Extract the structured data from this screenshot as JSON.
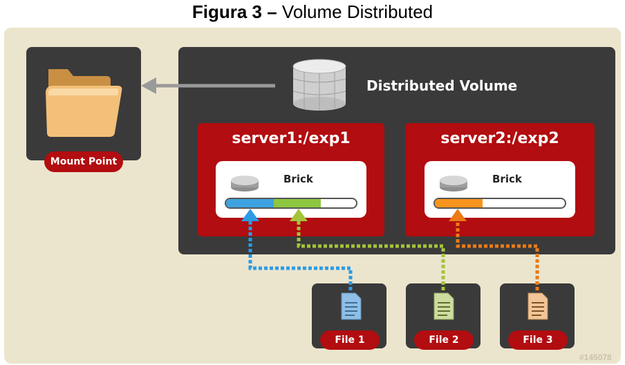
{
  "caption": {
    "prefix": "Figura 3 –",
    "title": "Volume Distributed"
  },
  "mount_point": {
    "label": "Mount Point",
    "icon": "folder-icon"
  },
  "volume": {
    "label": "Distributed Volume",
    "icon": "database-icon"
  },
  "servers": [
    {
      "title": "server1:/exp1",
      "brick_label": "Brick"
    },
    {
      "title": "server2:/exp2",
      "brick_label": "Brick"
    }
  ],
  "files": [
    {
      "label": "File 1",
      "color": "#1e8fd6"
    },
    {
      "label": "File 2",
      "color": "#9cc31f"
    },
    {
      "label": "File 3",
      "color": "#f08411"
    }
  ],
  "reference_id": "#145078",
  "colors": {
    "red": "#b20d10",
    "dark": "#3a3a3a",
    "background": "#ece5cd"
  }
}
